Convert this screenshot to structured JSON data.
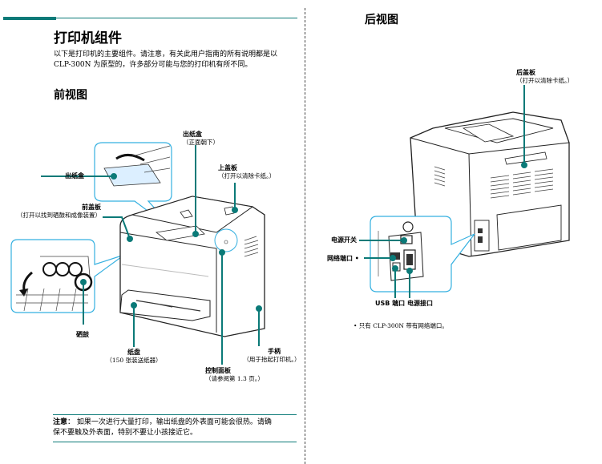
{
  "left_page": {
    "title": "打印机组件",
    "intro_line1": "以下是打印机的主要组件。请注意，有关此用户指南的所有说明都是以",
    "intro_line2": "CLP-300N 为原型的，许多部分可能与您的打印机有所不同。",
    "front_view_heading": "前视图",
    "labels": {
      "output_tray_left": "出纸盒",
      "output_tray_top": "出纸盒",
      "output_tray_top_sub": "（正面朝下）",
      "top_cover": "上盖板",
      "top_cover_sub": "（打开以清除卡纸。）",
      "front_cover": "前盖板",
      "front_cover_sub": "（打开以找到硒鼓和成像装置）",
      "toner": "硒鼓",
      "paper_tray": "纸盘",
      "paper_tray_sub": "（150 张装送纸器）",
      "handle": "手柄",
      "handle_sub": "（用于抬起打印机。）",
      "control_panel": "控制面板",
      "control_panel_sub": "（请参阅第 1.3 页。）"
    },
    "note_label": "注意",
    "note_text_line1": "：  如果一次进行大量打印，输出纸盘的外表面可能会很热。请确",
    "note_text_line2": "保不要触及外表面，特别不要让小孩接近它。"
  },
  "right_page": {
    "rear_view_heading": "后视图",
    "labels": {
      "rear_cover": "后盖板",
      "rear_cover_sub": "（打开以清除卡纸。）",
      "power_switch": "电源开关",
      "network_port": "网络端口 •",
      "usb_port": "USB 端口",
      "power_receptacle": "电源接口"
    },
    "footnote": "•  只有 CLP-300N 带有网络端口。"
  },
  "colors": {
    "accent": "#0b7a78",
    "callout_border": "#35b0e0"
  }
}
